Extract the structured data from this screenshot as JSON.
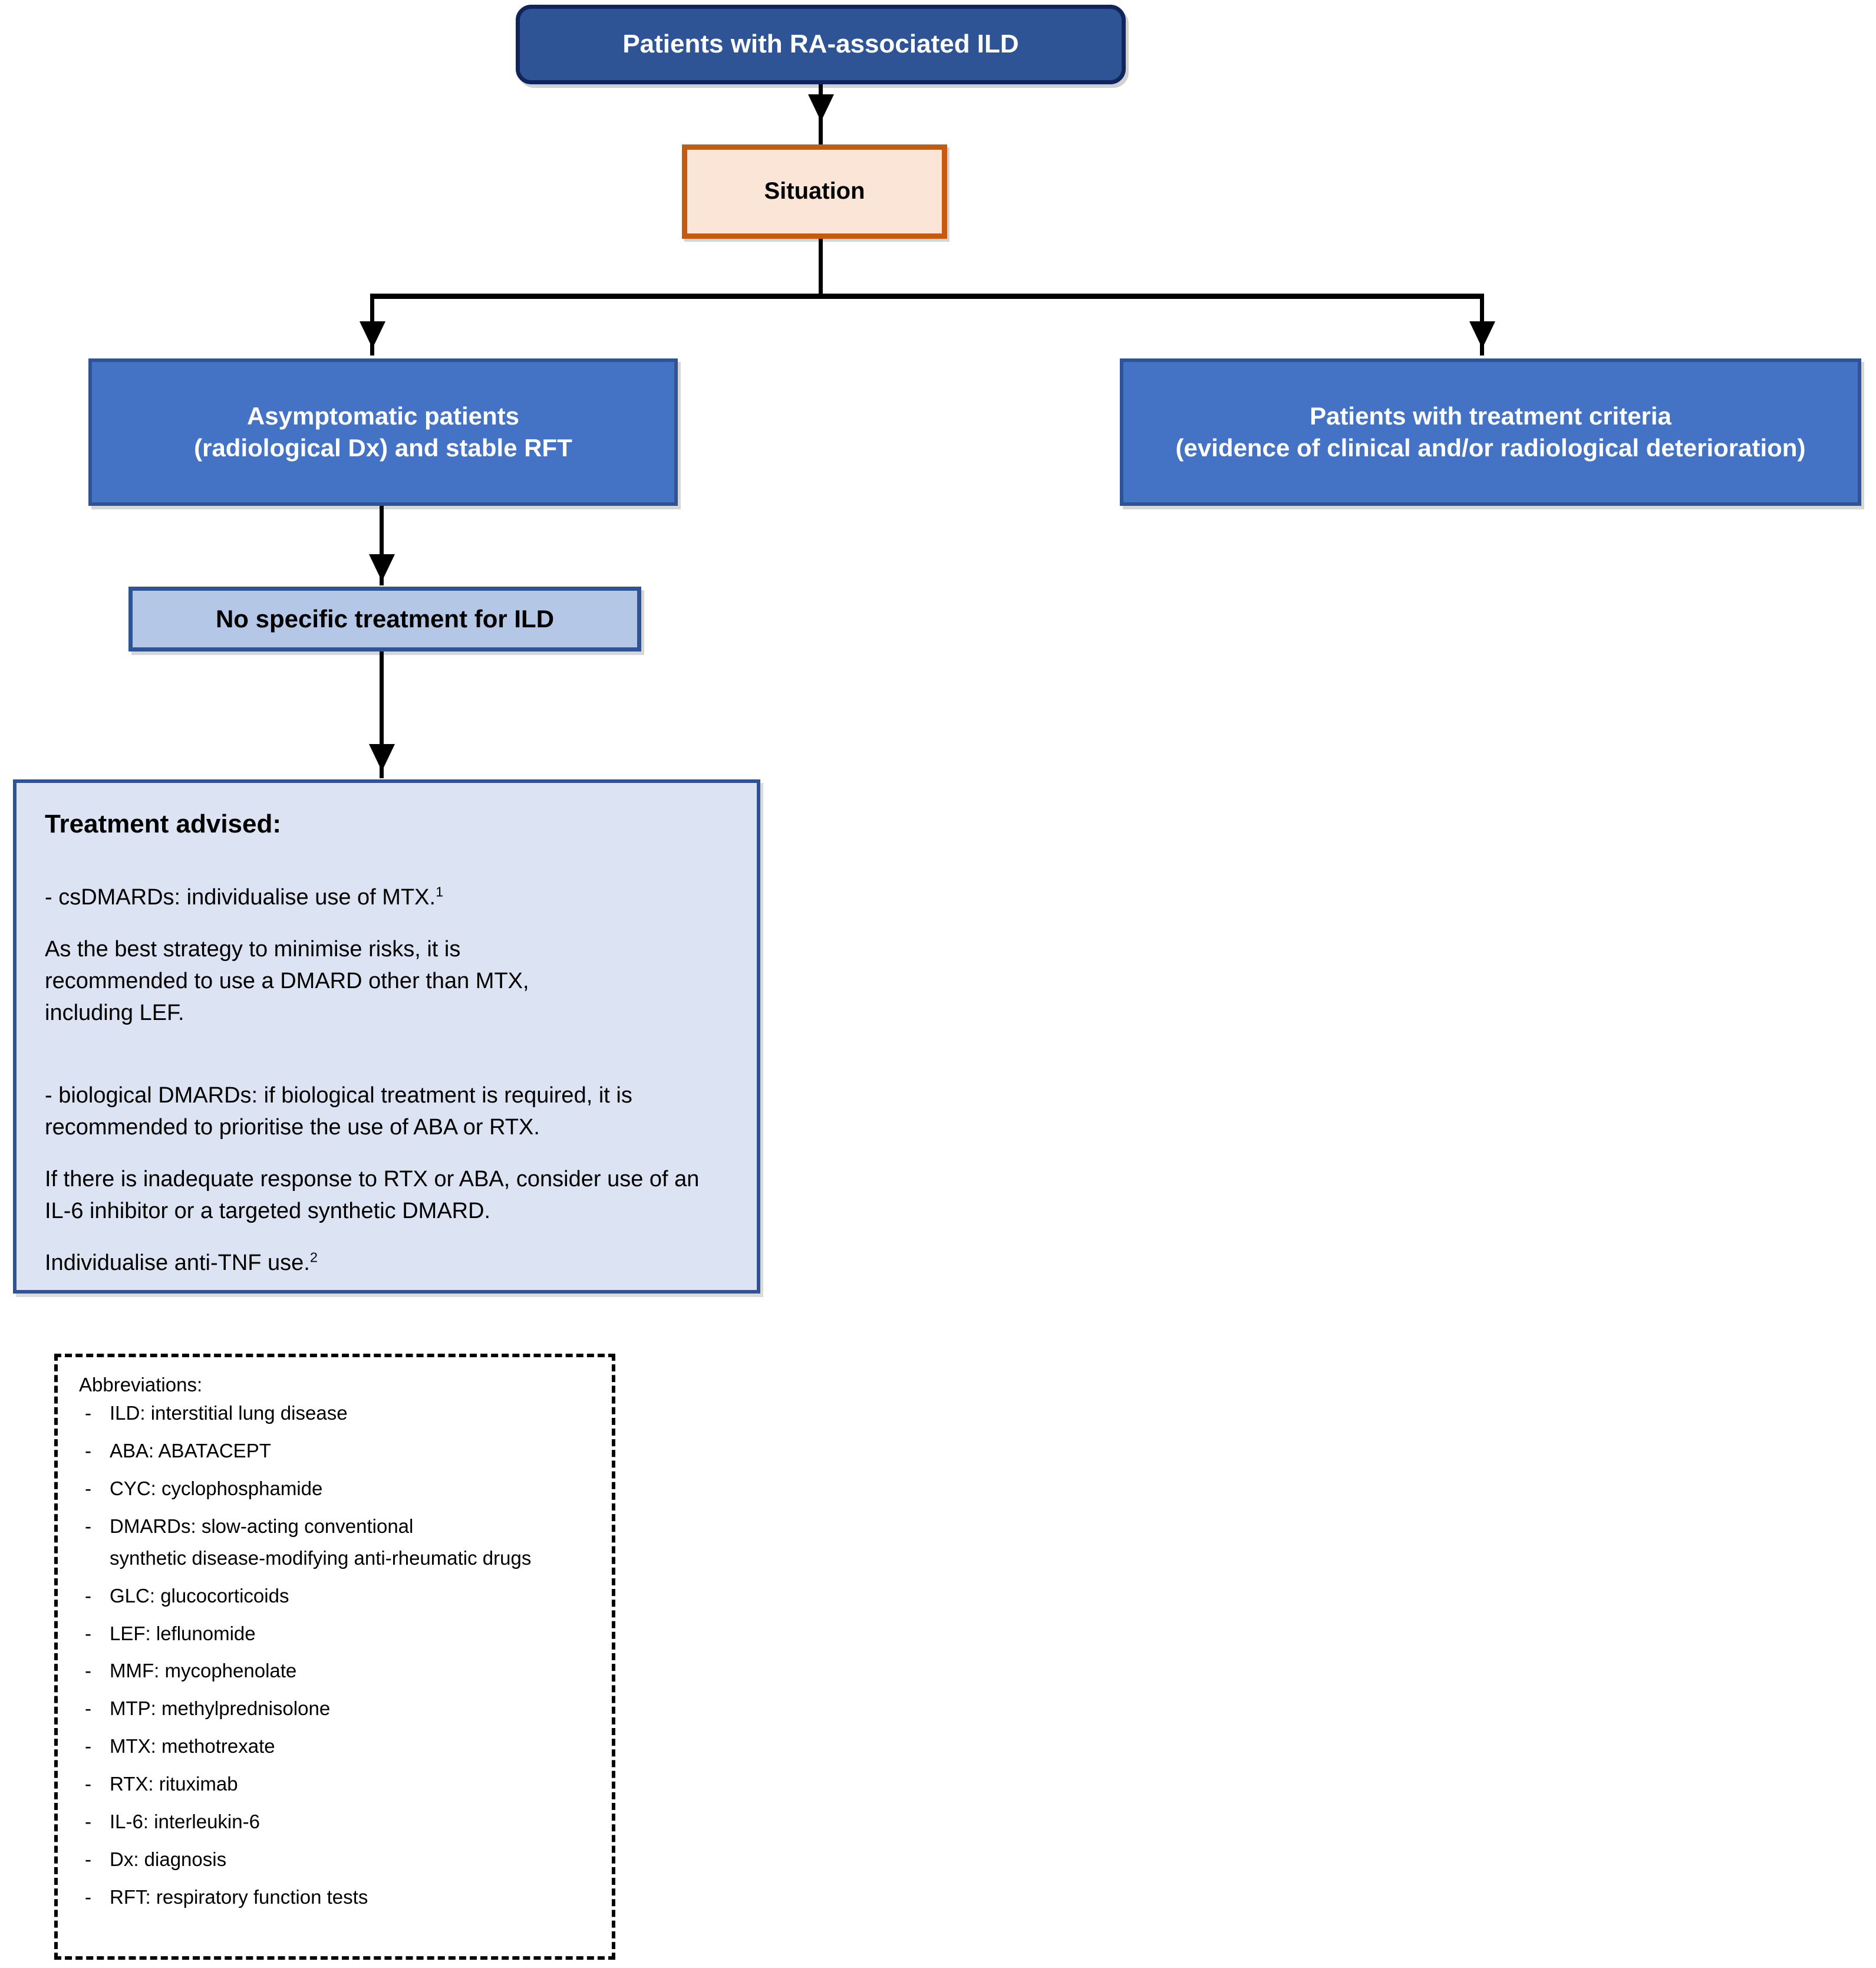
{
  "figure": {
    "type": "clinical-treatment-algorithm-flowchart",
    "title": "Patients with RA-associated ILD"
  },
  "nodes": {
    "root": {
      "label": "Patients with RA-associated ILD"
    },
    "situation": {
      "label": "Situation"
    },
    "branch_left": {
      "line1": "Asymptomatic patients",
      "line2": "(radiological Dx) and stable RFT"
    },
    "branch_right": {
      "line1": "Patients with treatment criteria",
      "line2": "(evidence of clinical and/or radiological deterioration)"
    },
    "no_treatment": {
      "label": "No specific treatment for ILD"
    }
  },
  "treatment_panel": {
    "title": "Treatment advised:",
    "paragraphs": [
      " - csDMARDs: individualise use of MTX.",
      "As the best strategy to minimise risks, it is\nrecommended to use a DMARD other than MTX,\nincluding LEF.",
      "- biological DMARDs: if biological treatment is required, it is\nrecommended to prioritise the use of ABA or RTX.",
      "If there is inadequate response to RTX or ABA, consider use of an\nIL-6 inhibitor or a targeted synthetic DMARD.",
      "Individualise anti-TNF use."
    ],
    "superscripts": {
      "csdmards": "1",
      "antitnf": "2"
    }
  },
  "abbreviations": {
    "title": "Abbreviations:",
    "items": [
      "ILD: interstitial lung disease",
      "ABA: ABATACEPT",
      "CYC: cyclophosphamide",
      "DMARDs: slow-acting conventional",
      "synthetic disease-modifying anti-rheumatic drugs",
      "GLC: glucocorticoids",
      "LEF: leflunomide",
      "MMF: mycophenolate",
      "MTP: methylprednisolone",
      "MTX: methotrexate",
      "RTX: rituximab",
      "IL-6: interleukin-6",
      "Dx: diagnosis",
      "RFT: respiratory function tests"
    ],
    "bullet": "-"
  },
  "colors": {
    "root_fill": "#2F5496",
    "root_border": "#11255C",
    "situation_fill": "#FBE5D6",
    "situation_border": "#C55A11",
    "branch_fill": "#4472C4",
    "branch_border": "#2F5496",
    "light_fill": "#B4C7E7",
    "panel_fill": "#DCE3F2",
    "connector": "#000000",
    "text_on_blue": "#FFFFFF",
    "text_dark": "#000000"
  }
}
